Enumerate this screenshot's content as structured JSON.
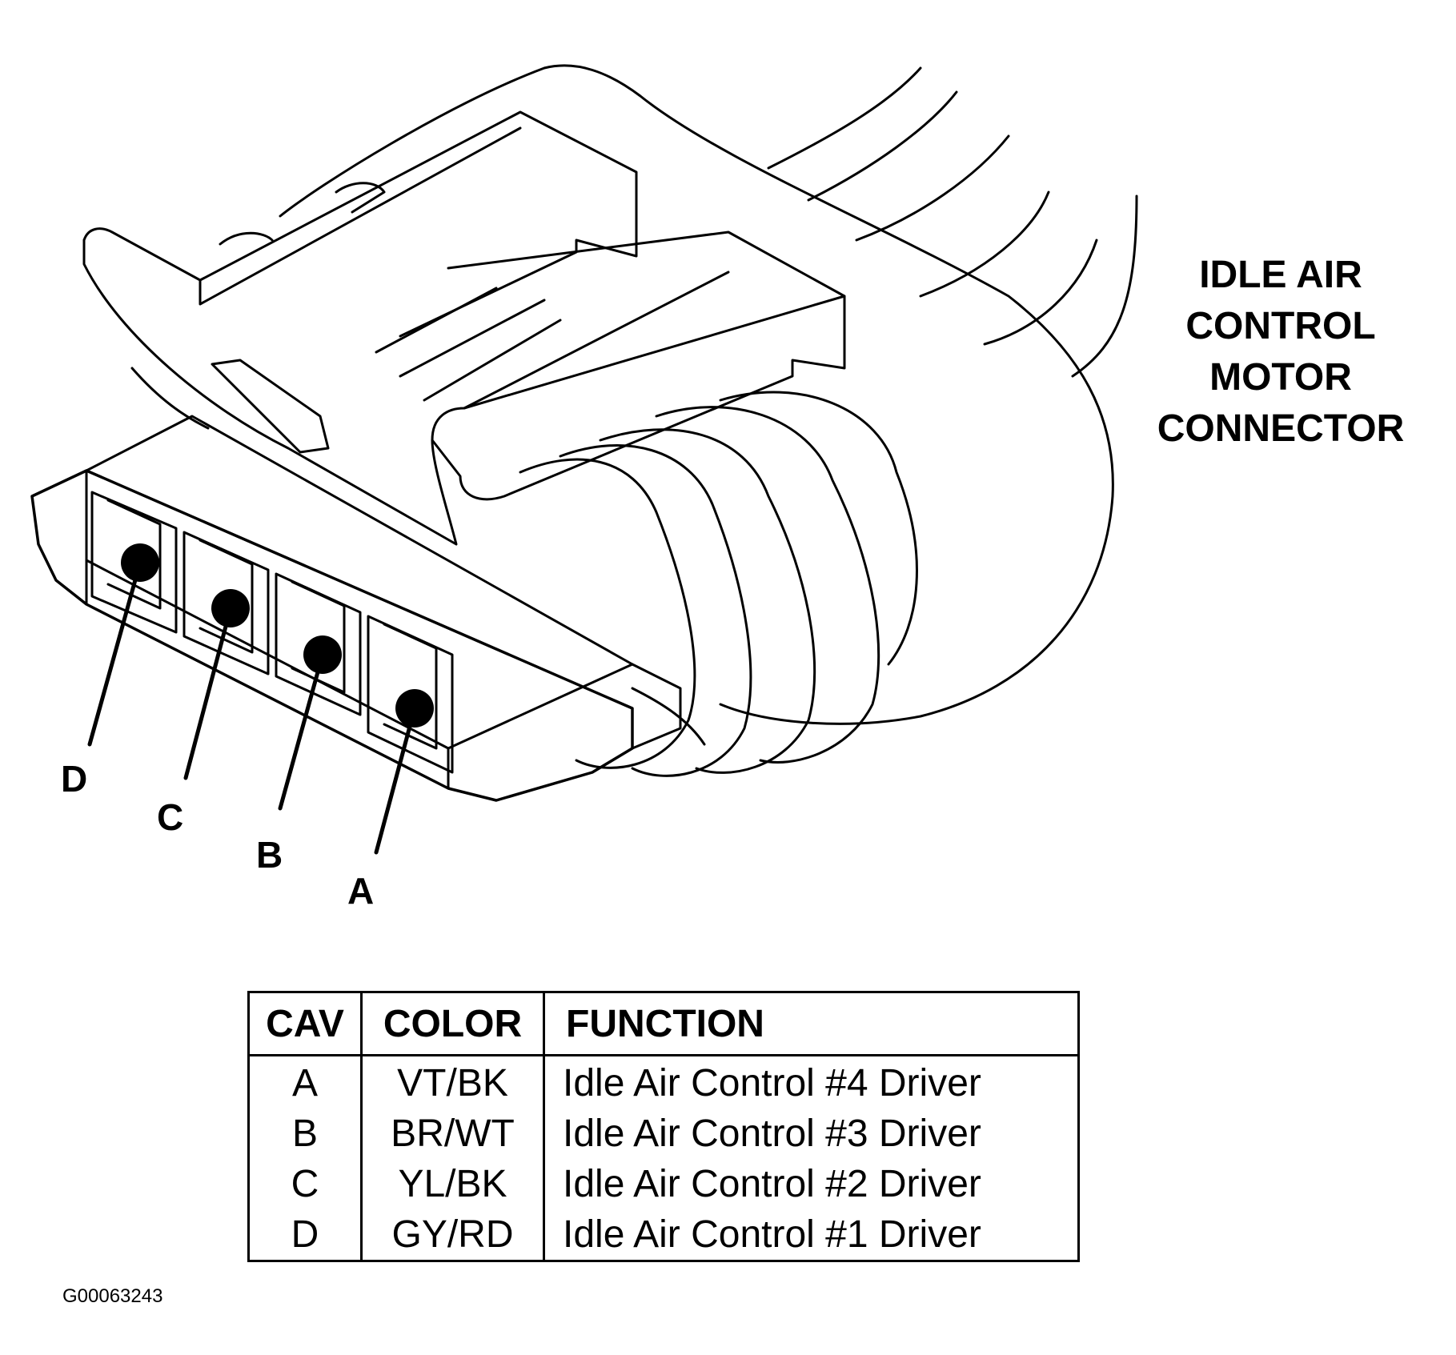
{
  "title_lines": [
    "IDLE AIR",
    "CONTROL",
    "MOTOR",
    "CONNECTOR"
  ],
  "pin_labels": [
    "D",
    "C",
    "B",
    "A"
  ],
  "table": {
    "headers": [
      "CAV",
      "COLOR",
      "FUNCTION"
    ],
    "rows": [
      {
        "cav": "A",
        "color": "VT/BK",
        "function": "Idle Air Control #4 Driver"
      },
      {
        "cav": "B",
        "color": "BR/WT",
        "function": "Idle Air Control #3 Driver"
      },
      {
        "cav": "C",
        "color": "YL/BK",
        "function": "Idle Air Control #2 Driver"
      },
      {
        "cav": "D",
        "color": "GY/RD",
        "function": "Idle Air Control #1 Driver"
      }
    ]
  },
  "figure_id": "G00063243"
}
